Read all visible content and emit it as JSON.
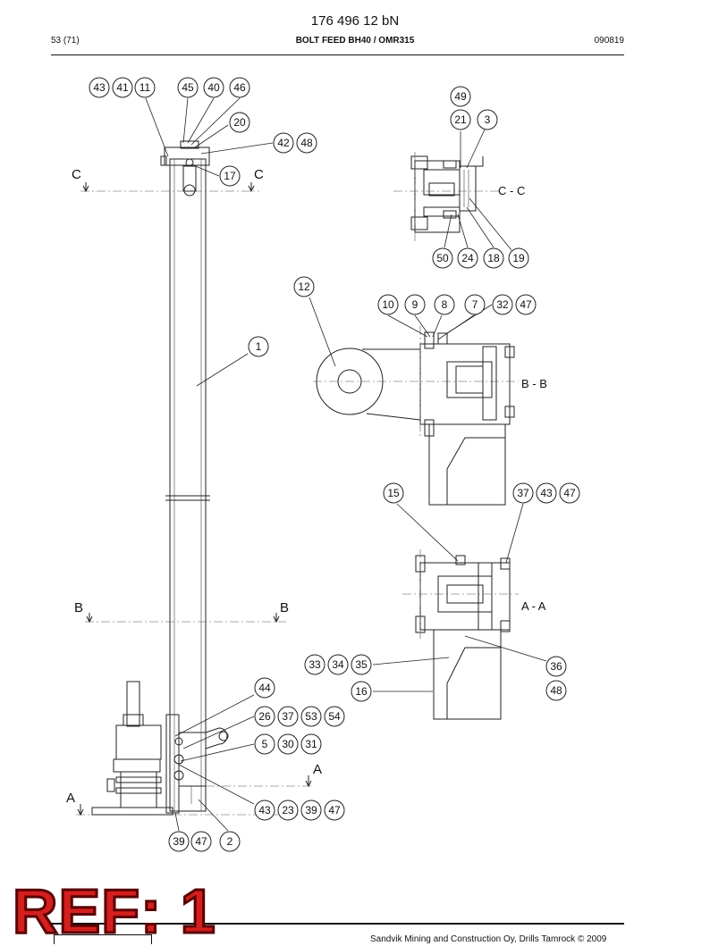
{
  "header": {
    "doc_number": "176 496 12 bN",
    "page": "53 (71)",
    "title": "BOLT FEED BH40 / OMR315",
    "date": "090819"
  },
  "views": {
    "cc": "C - C",
    "bb": "B - B",
    "aa": "A - A",
    "c_left": "C",
    "c_right": "C",
    "b_left": "B",
    "b_right": "B",
    "a_left": "A",
    "a_right": "A"
  },
  "balloons": {
    "b43a": "43",
    "b41": "41",
    "b11": "11",
    "b45": "45",
    "b40": "40",
    "b46": "46",
    "b20": "20",
    "b42": "42",
    "b48a": "48",
    "b17": "17",
    "b1": "1",
    "b49": "49",
    "b21": "21",
    "b3": "3",
    "b50": "50",
    "b24": "24",
    "b18": "18",
    "b19": "19",
    "b12": "12",
    "b10": "10",
    "b9": "9",
    "b8": "8",
    "b7": "7",
    "b32": "32",
    "b47a": "47",
    "b15": "15",
    "b37a": "37",
    "b43b": "43",
    "b47b": "47",
    "b33": "33",
    "b34": "34",
    "b35": "35",
    "b36": "36",
    "b48b": "48",
    "b16": "16",
    "b44": "44",
    "b26": "26",
    "b37b": "37",
    "b53": "53",
    "b54": "54",
    "b5": "5",
    "b30": "30",
    "b31": "31",
    "b43c": "43",
    "b23": "23",
    "b39a": "39",
    "b47c": "47",
    "b39b": "39",
    "b47d": "47",
    "b2": "2"
  },
  "stamp": {
    "ref": "REF: 1"
  },
  "footer": {
    "copyright": "Sandvik Mining and Construction Oy, Drills Tamrock © 2009"
  }
}
